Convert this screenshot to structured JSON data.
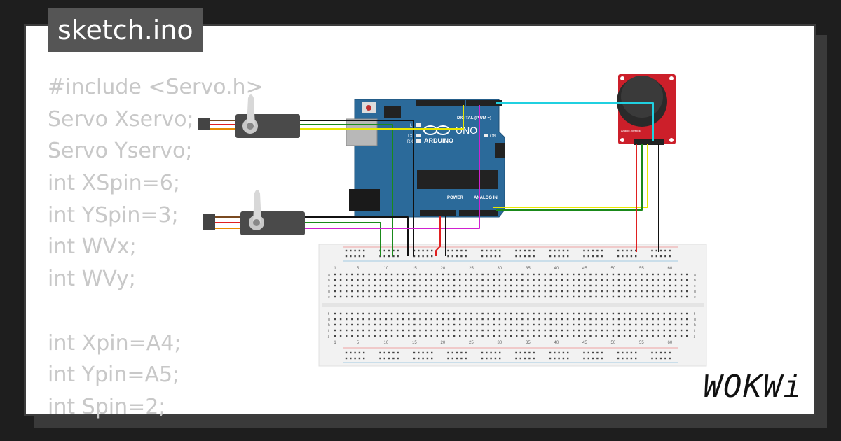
{
  "title": "sketch.ino",
  "code_lines": [
    "#include <Servo.h>",
    "Servo Xservo;",
    "Servo Yservo;",
    "int XSpin=6;",
    "int YSpin=3;",
    "int WVx;",
    "int WVy;",
    "",
    "int Xpin=A4;",
    "int Ypin=A5;",
    "int Spin=2;"
  ],
  "arduino": {
    "model": "UNO",
    "brand": "ARDUINO",
    "digital_label": "DIGITAL (PWM ~)",
    "power_label": "POWER",
    "analog_label": "ANALOG IN",
    "on_label": "ON",
    "tx_label": "TX",
    "rx_label": "RX",
    "l_label": "L"
  },
  "breadboard": {
    "column_numbers": [
      "1",
      "5",
      "10",
      "15",
      "20",
      "25",
      "30",
      "35",
      "40",
      "45",
      "50",
      "55",
      "60"
    ],
    "row_letters_top": [
      "a",
      "b",
      "c",
      "d",
      "e"
    ],
    "row_letters_bottom": [
      "f",
      "g",
      "h",
      "i",
      "j"
    ]
  },
  "joystick": {
    "label": "Analog Joystick"
  },
  "logo": "WOKWi",
  "colors": {
    "background": "#1e1e1e",
    "card": "#ffffff",
    "title_tag": "#555555",
    "code_text": "#c8c8c8",
    "arduino_board": "#2b6a9a",
    "joystick_board": "#cc1f2a",
    "wire_black": "#111111",
    "wire_green": "#1a8a1a",
    "wire_yellow": "#e8e800",
    "wire_magenta": "#d020d0",
    "wire_cyan": "#20d0e0",
    "wire_red": "#e02020"
  }
}
